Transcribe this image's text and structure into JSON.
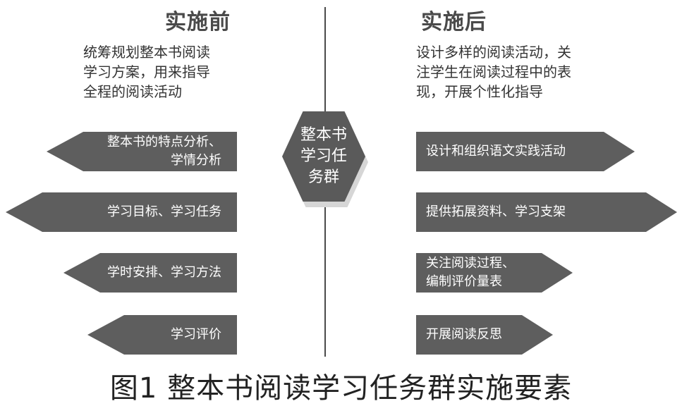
{
  "left": {
    "heading": "实施前",
    "description": [
      "统筹规划整本书阅读",
      "学习方案，用来指导",
      "全程的阅读活动"
    ],
    "items": [
      {
        "lines": [
          "整本书的特点分析、",
          "学情分析"
        ]
      },
      {
        "lines": [
          "学习目标、学习任务"
        ]
      },
      {
        "lines": [
          "学时安排、学习方法"
        ]
      },
      {
        "lines": [
          "学习评价"
        ]
      }
    ]
  },
  "right": {
    "heading": "实施后",
    "description": [
      "设计多样的阅读活动，关",
      "注学生在阅读过程中的表",
      "现，开展个性化指导"
    ],
    "items": [
      {
        "lines": [
          "设计和组织语文实践活动"
        ]
      },
      {
        "lines": [
          "提供拓展资料、学习支架"
        ]
      },
      {
        "lines": [
          "关注阅读过程、",
          "编制评价量表"
        ]
      },
      {
        "lines": [
          "开展阅读反思"
        ]
      }
    ]
  },
  "center": {
    "lines": [
      "整本书",
      "学习任",
      "务群"
    ]
  },
  "caption": "图1  整本书阅读学习任务群实施要素",
  "colors": {
    "arrow": "#5e5e5e",
    "hexagon": "#5a5a5a",
    "divider": "#4a4a4a"
  }
}
